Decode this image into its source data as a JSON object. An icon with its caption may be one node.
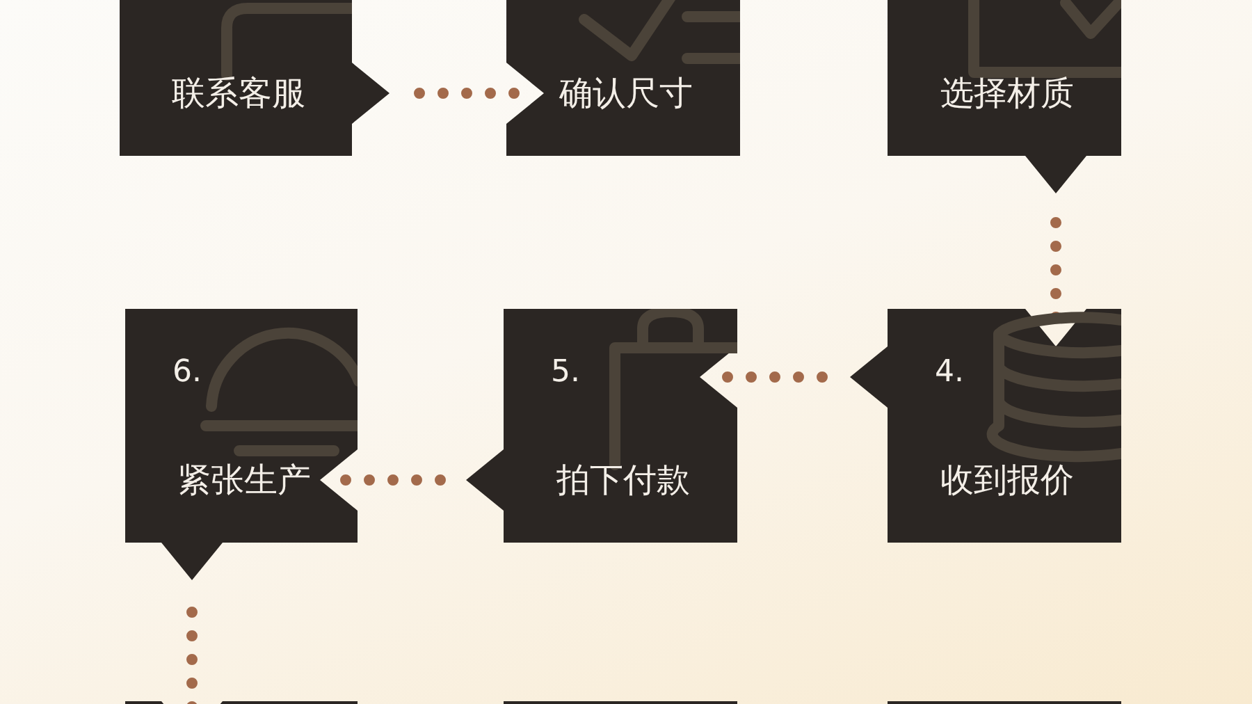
{
  "diagram": {
    "nodes": [
      {
        "text": [
          "联系客服"
        ]
      },
      {
        "text": [
          "确认尺寸"
        ]
      },
      {
        "text": [
          "选择材质"
        ]
      },
      {
        "text": [
          "4.",
          "收到报价"
        ]
      },
      {
        "text": [
          "5.",
          "拍下付款"
        ]
      },
      {
        "text": [
          "6.",
          "紧张生产"
        ]
      },
      {
        "text": [],
        "shape": "box"
      },
      {
        "text": [],
        "shape": "box"
      },
      {
        "text": [],
        "shape": "box"
      }
    ],
    "edges": [
      {
        "from": 0,
        "to": 1,
        "arrow": "none",
        "style": "dashed"
      },
      {
        "from": 2,
        "to": 3,
        "arrow": "none",
        "style": "dashed"
      },
      {
        "from": 3,
        "to": 4,
        "arrow": "none",
        "style": "dashed"
      },
      {
        "from": 4,
        "to": 5,
        "arrow": "none",
        "style": "dashed"
      },
      {
        "from": 5,
        "to": 6,
        "arrow": "none",
        "style": "dashed"
      }
    ]
  }
}
